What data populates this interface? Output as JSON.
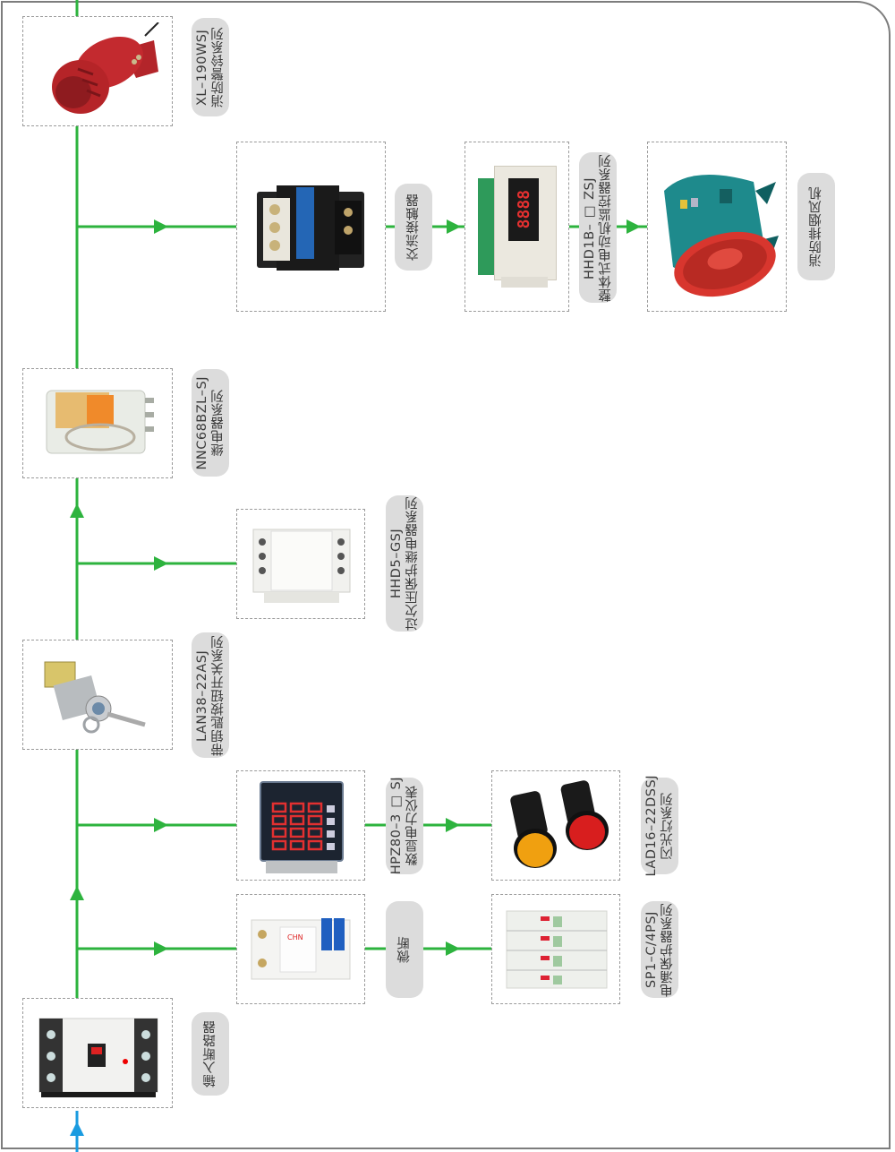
{
  "colors": {
    "flow_line": "#2db33e",
    "input_line": "#1a9be0",
    "label_bg": "#dcdcdc",
    "frame": "#7d7d7d",
    "box_border": "#9a9a9a"
  },
  "input": {
    "icon": "arrow-up-icon"
  },
  "components": {
    "input_breaker": {
      "name": "输入断路器",
      "model": ""
    },
    "micro_breaker": {
      "name": "微断"
    },
    "surge": {
      "model": "SP1–C/4PSJ",
      "name": "电涌保护器系列"
    },
    "power_meter": {
      "model": "HPZ80–3 □ SJ",
      "name": "数显电力仪表"
    },
    "flash_lamp": {
      "model": "LAD16–22DSSJ",
      "name": "闪光灯系列"
    },
    "key_switch": {
      "model": "LAN38–22ASJ",
      "name": "带钥匙按钮开关系列"
    },
    "voltage_relay": {
      "model": "HHD5–GSJ",
      "name": "过欠压保护继电器系列"
    },
    "relay": {
      "model": "NNC68BZL–SJ",
      "name": "继电器系列"
    },
    "contactor": {
      "name": "交流接触器"
    },
    "motor_monitor": {
      "model": "HHD1B– □ ZSJ",
      "name": "整体式电动机监控器系列",
      "display": "8888"
    },
    "fan": {
      "name": "消防排烟风机"
    },
    "bell": {
      "model": "XL–190WSJ",
      "name": "消防警铃系列"
    }
  }
}
